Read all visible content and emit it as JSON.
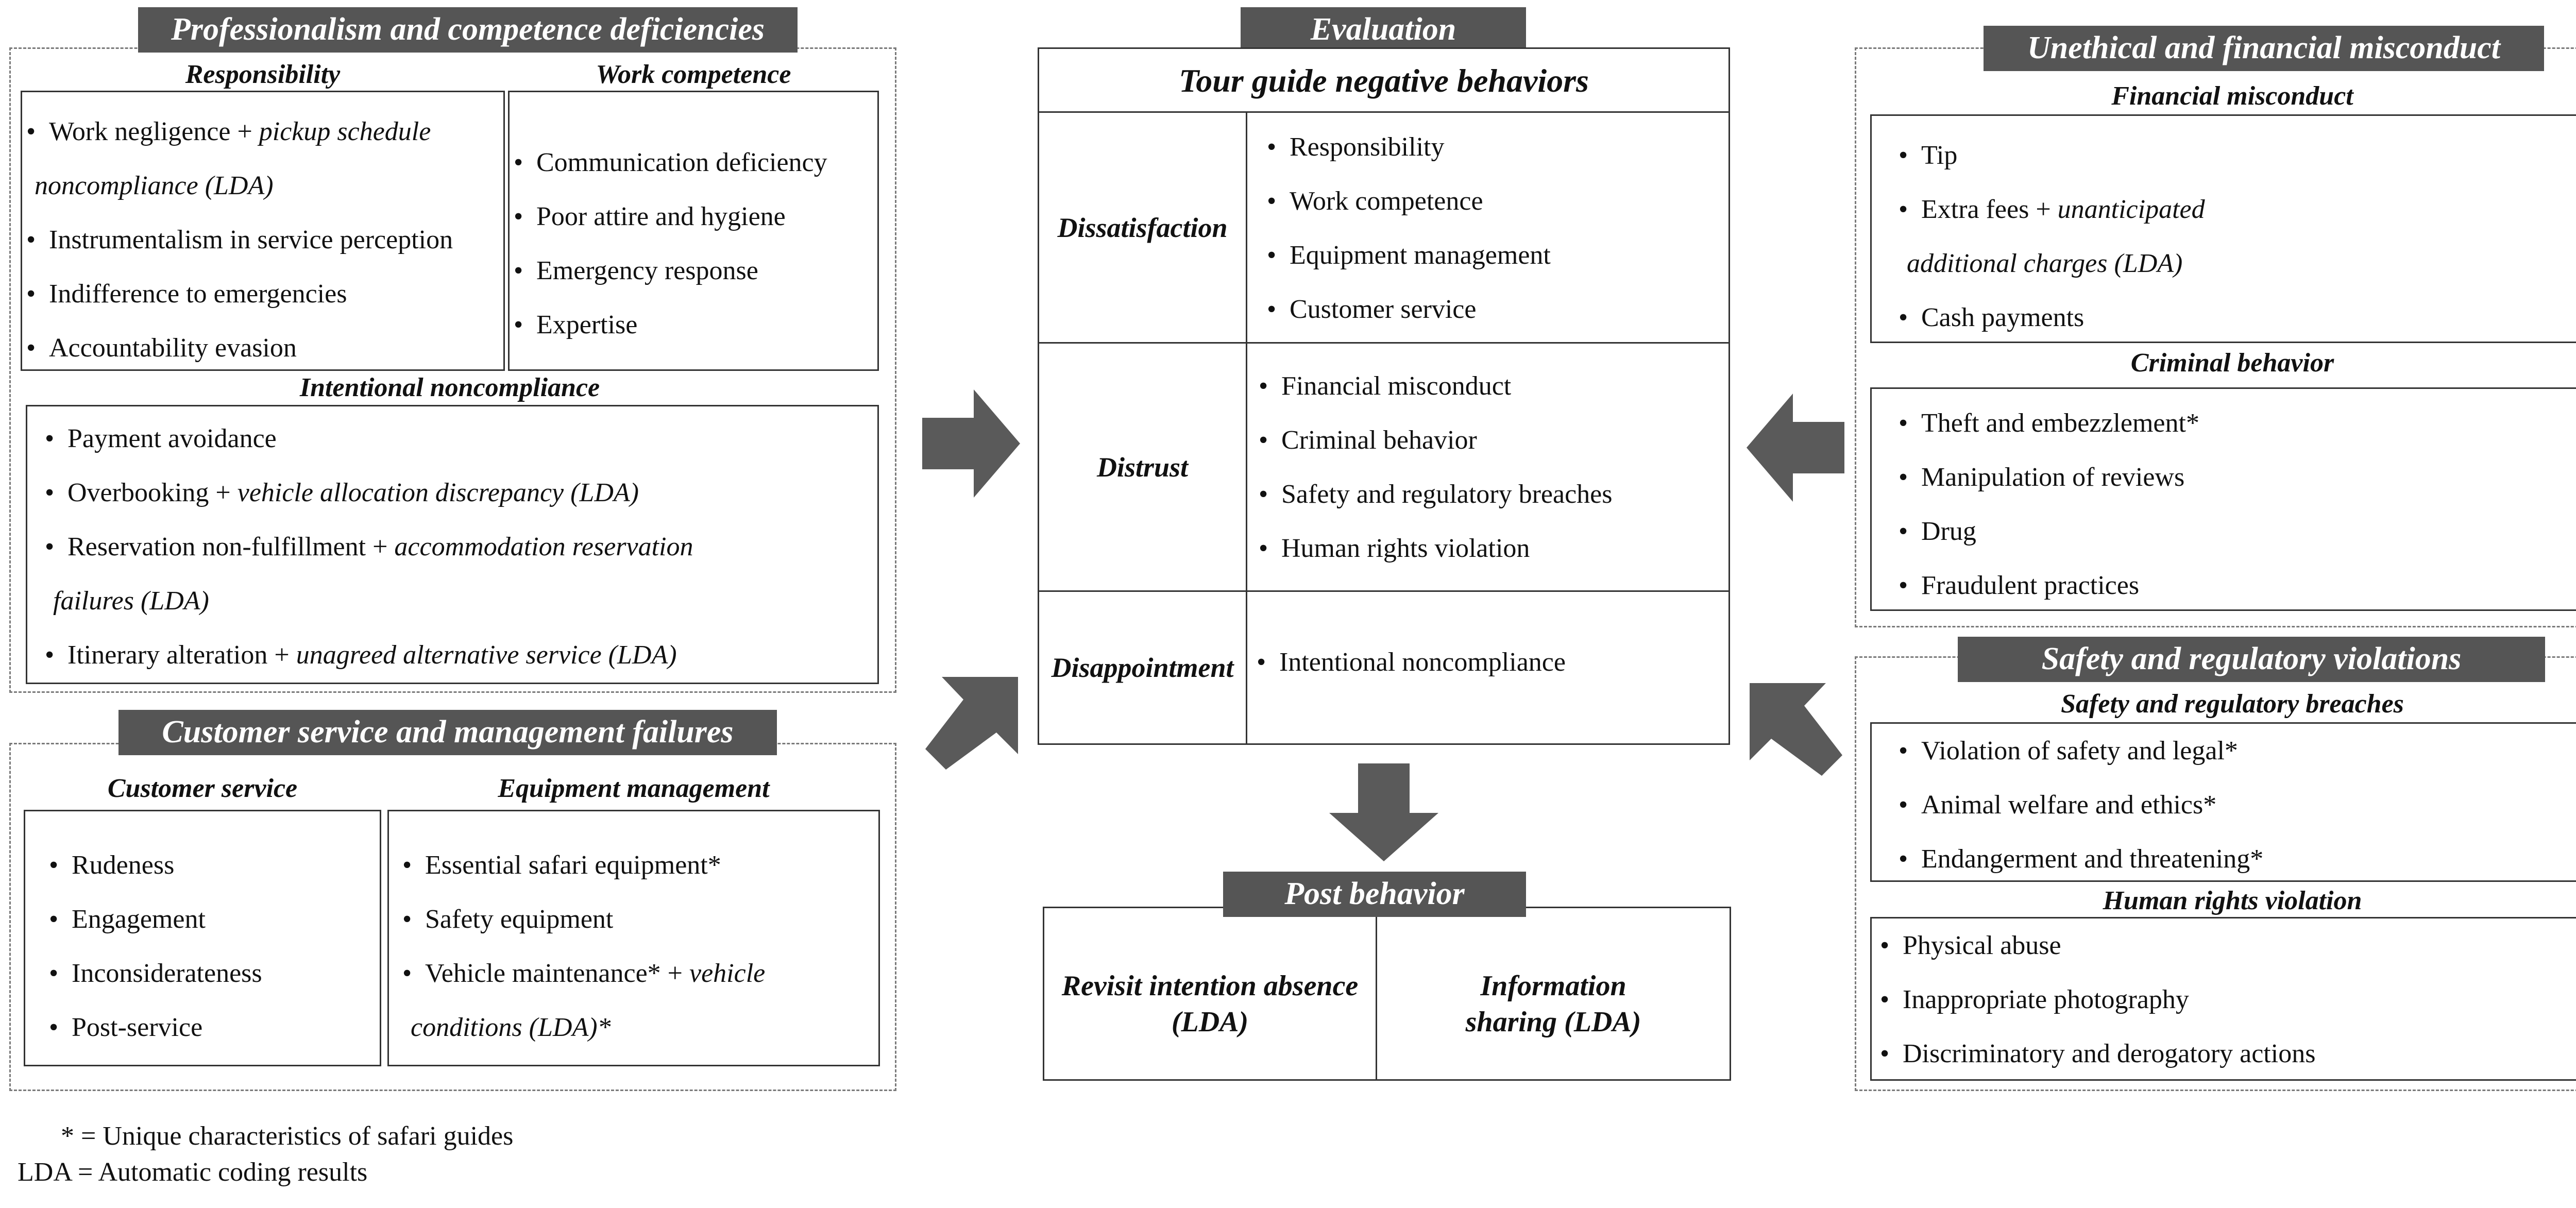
{
  "prof": {
    "banner": "Professionalism and competence deficiencies",
    "responsibility": {
      "title": "Responsibility",
      "items": [
        {
          "text": "Work negligence + ",
          "it": "pickup schedule",
          "cont": "noncompliance (LDA)"
        },
        {
          "text": "Instrumentalism in service perception"
        },
        {
          "text": "Indifference to emergencies"
        },
        {
          "text": "Accountability evasion"
        }
      ]
    },
    "competence": {
      "title": "Work competence",
      "items": [
        "Communication deficiency",
        "Poor attire and hygiene",
        "Emergency response",
        "Expertise"
      ]
    },
    "noncompliance": {
      "title": "Intentional noncompliance",
      "items": [
        {
          "text": "Payment avoidance"
        },
        {
          "text": "Overbooking + ",
          "it": "vehicle allocation discrepancy (LDA)"
        },
        {
          "text": "Reservation non-fulfillment + ",
          "it": "accommodation reservation",
          "cont": "failures (LDA)"
        },
        {
          "text": "Itinerary alteration + ",
          "it": "unagreed alternative service (LDA)"
        }
      ]
    }
  },
  "cust": {
    "banner": "Customer service and management failures",
    "service": {
      "title": "Customer service",
      "items": [
        "Rudeness",
        "Engagement",
        "Inconsiderateness",
        "Post-service"
      ]
    },
    "equipment": {
      "title": "Equipment management",
      "items": [
        {
          "text": "Essential safari equipment*"
        },
        {
          "text": "Safety equipment"
        },
        {
          "text": "Vehicle maintenance* + ",
          "it": "vehicle",
          "cont": "conditions (LDA)",
          "tail": "*"
        }
      ]
    }
  },
  "evaluation": {
    "banner": "Evaluation",
    "header": "Tour guide negative behaviors",
    "rows": [
      {
        "label": "Dissatisfaction",
        "items": [
          "Responsibility",
          "Work competence",
          "Equipment management",
          "Customer service"
        ]
      },
      {
        "label": "Distrust",
        "items": [
          "Financial misconduct",
          "Criminal behavior",
          "Safety and regulatory breaches",
          "Human rights violation"
        ]
      },
      {
        "label": "Disappointment",
        "items": [
          "Intentional noncompliance"
        ]
      }
    ]
  },
  "post": {
    "banner": "Post behavior",
    "left": "Revisit intention absence (LDA)",
    "right": "Information sharing (LDA)"
  },
  "unethical": {
    "banner": "Unethical and financial misconduct",
    "financial": {
      "title": "Financial misconduct",
      "items": [
        {
          "text": "Tip"
        },
        {
          "text": "Extra fees + ",
          "it": "unanticipated",
          "cont": "additional charges (LDA)"
        },
        {
          "text": "Cash payments"
        }
      ]
    },
    "criminal": {
      "title": "Criminal behavior",
      "items": [
        "Theft and embezzlement*",
        "Manipulation of reviews",
        "Drug",
        "Fraudulent practices"
      ]
    }
  },
  "safety": {
    "banner": "Safety and regulatory violations",
    "breaches": {
      "title": "Safety and regulatory breaches",
      "items": [
        "Violation of safety and legal*",
        "Animal welfare and ethics*",
        "Endangerment and threatening*"
      ]
    },
    "human": {
      "title": "Human rights violation",
      "items": [
        "Physical abuse",
        "Inappropriate photography",
        "Discriminatory and derogatory actions"
      ]
    }
  },
  "notes": [
    "* = Unique characteristics of safari guides",
    "LDA = Automatic coding results"
  ],
  "colors": {
    "banner": "#555555",
    "arrow": "#5a5a5a"
  }
}
